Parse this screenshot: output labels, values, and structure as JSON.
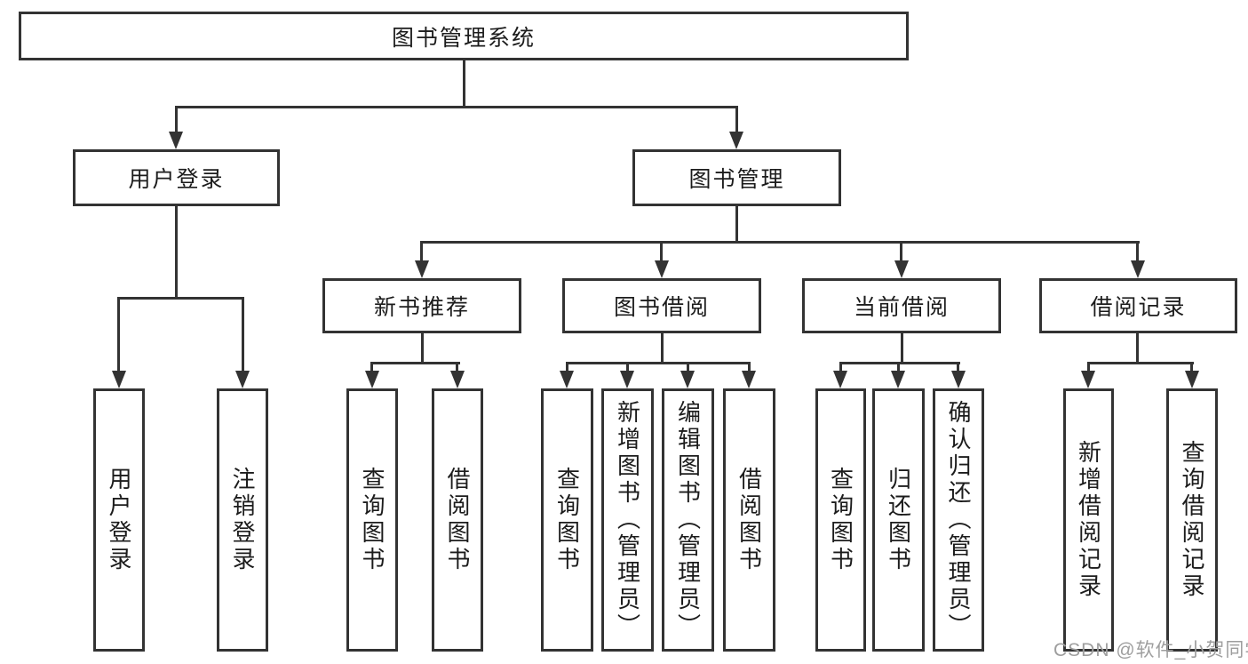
{
  "tree": {
    "root": {
      "label": "图书管理系统",
      "children": [
        {
          "label": "用户登录",
          "children": [
            {
              "label": "用户登录"
            },
            {
              "label": "注销登录"
            }
          ]
        },
        {
          "label": "图书管理",
          "children": [
            {
              "label": "新书推荐",
              "children": [
                {
                  "label": "查询图书"
                },
                {
                  "label": "借阅图书"
                }
              ]
            },
            {
              "label": "图书借阅",
              "children": [
                {
                  "label": "查询图书"
                },
                {
                  "label": "新增图书（管理员）"
                },
                {
                  "label": "编辑图书（管理员）"
                },
                {
                  "label": "借阅图书"
                }
              ]
            },
            {
              "label": "当前借阅",
              "children": [
                {
                  "label": "查询图书"
                },
                {
                  "label": "归还图书"
                },
                {
                  "label": "确认归还（管理员）"
                }
              ]
            },
            {
              "label": "借阅记录",
              "children": [
                {
                  "label": "新增借阅记录"
                },
                {
                  "label": "查询借阅记录"
                }
              ]
            }
          ]
        }
      ]
    }
  },
  "watermark": {
    "text": "CSDN @软件_小贺同学"
  },
  "colors": {
    "line": "#333333",
    "box-border": "#333333",
    "box-bg": "#ffffff",
    "text": "#1c1c1c",
    "wm": "#9e9e9e",
    "bg": "#ffffff"
  }
}
